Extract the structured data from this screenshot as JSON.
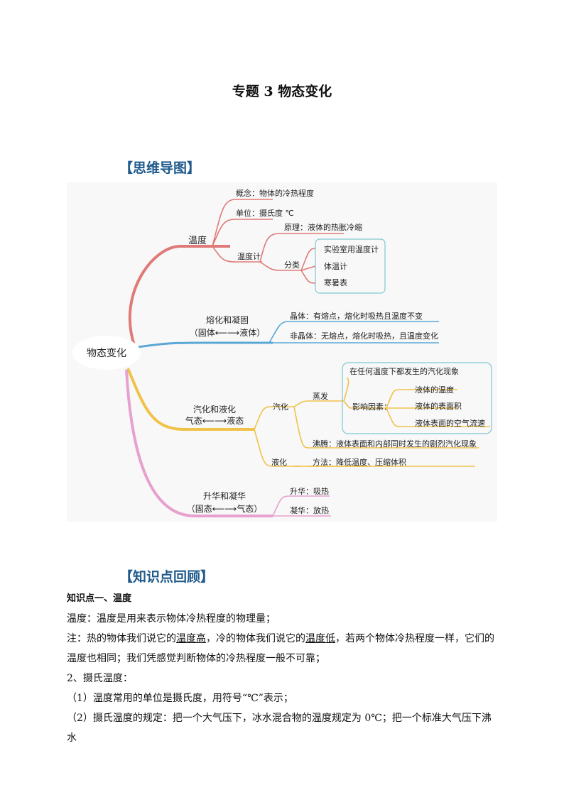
{
  "title": "专题 3  物态变化",
  "sections": {
    "mindmap_head": "【思维导图】",
    "knowledge_head": "【知识点回顾】"
  },
  "mindmap": {
    "root": "物态变化",
    "temp": {
      "label": "温度",
      "concept": "概念：物体的冷热程度",
      "unit": "单位：摄氏度 ℃",
      "thermometer": "温度计",
      "principle": "原理：液体的热胀冷缩",
      "classify": "分类",
      "types": [
        "实验室用温度计",
        "体温计",
        "寒暑表"
      ]
    },
    "melt": {
      "label1": "熔化和凝固",
      "label2": "（固体⟵⟶液体）",
      "crystal": "晶体：有熔点，熔化时吸热且温度不变",
      "noncrystal": "非晶体：无熔点，熔化时吸热，且温度变化"
    },
    "vapor": {
      "label1": "汽化和液化",
      "label2": "气态⟵⟶液态",
      "vaporize": "汽化",
      "evaporate": "蒸发",
      "any_temp": "在任何温度下都发生的汽化现象",
      "factors": "影响因素：",
      "factor_items": [
        "液体的温度",
        "液体的表面积",
        "液体表面的空气流速"
      ],
      "boiling": "沸腾：液体表面和内部同时发生的剧烈汽化现象",
      "liquefy": "液化",
      "method": "方法：降低温度、压缩体积"
    },
    "sublim": {
      "label1": "升华和凝华",
      "label2": "（固态⟵⟶气态）",
      "sub": "升华：吸热",
      "dep": "凝华：放热"
    }
  },
  "knowledge": {
    "point1": "知识点一、温度",
    "def": "温度：温度是用来表示物体冷热程度的物理量；",
    "note_a": "注：热的物体我们说它的",
    "note_u1": "温度高",
    "note_b": "，冷的物体我们说它的",
    "note_u2": "温度低",
    "note_c": "，若两个物体冷热程度一样，它们的",
    "note2": "温度也相同；我们凭感觉判断物体的冷热程度一般不可靠；",
    "celsius_head": "2、摄氏温度：",
    "item1": "（1）温度常用的单位是摄氏度，用符号“℃”表示；",
    "item2": "（2）摄氏温度的规定：把一个大气压下，冰水混合物的温度规定为 0℃；把一个标准大气压下沸水"
  },
  "colors": {
    "temp_branch": "#e07a78",
    "melt_branch": "#5aa7d6",
    "vapor_branch": "#f0c24a",
    "sublim_branch": "#e7a1cf",
    "box_border": "#7fc8d0",
    "heading": "#1f5a8c"
  }
}
